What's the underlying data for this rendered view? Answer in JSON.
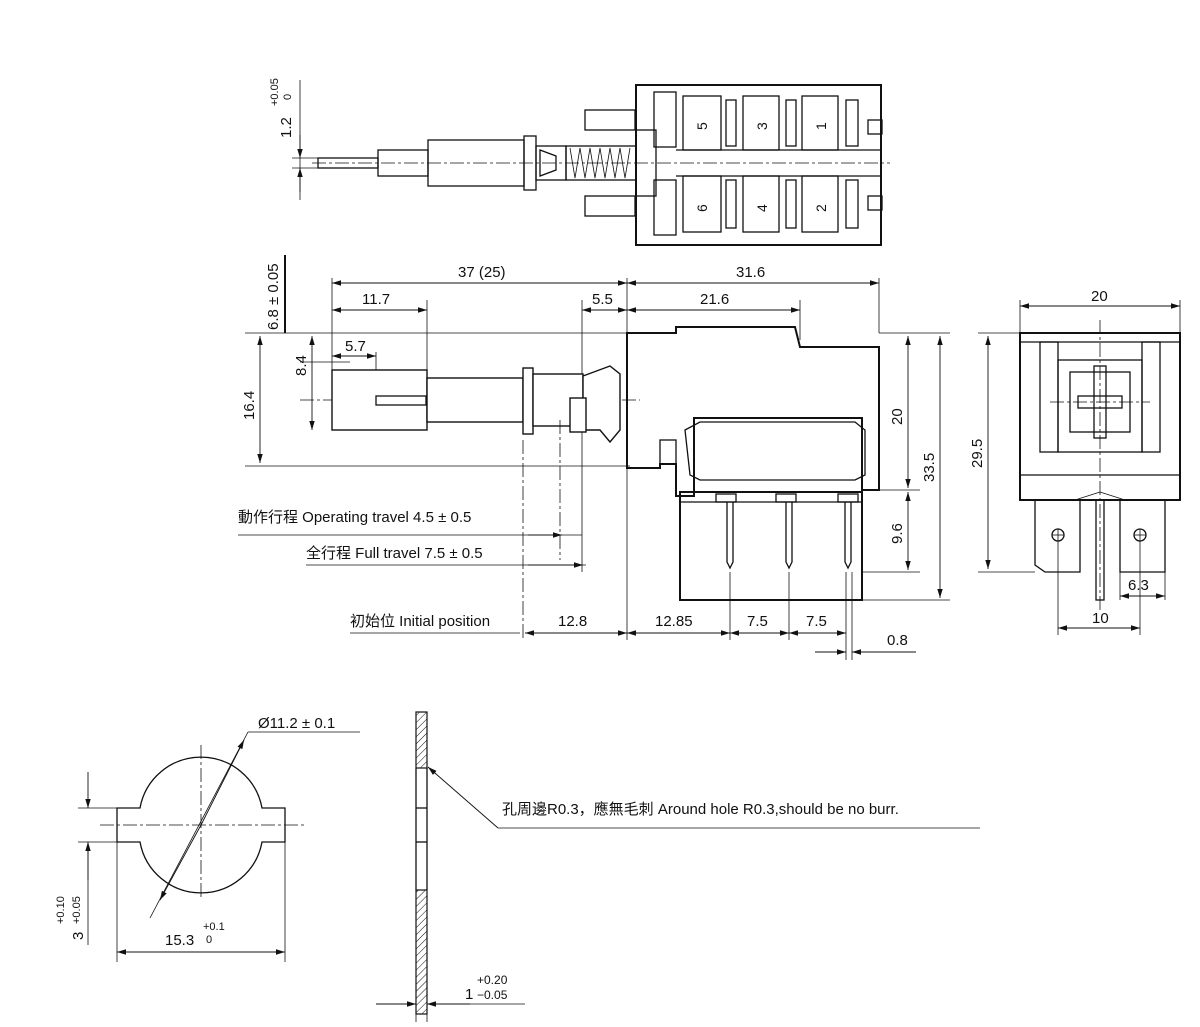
{
  "top_view": {
    "tol_dim": {
      "nominal": "1.2",
      "upper": "+0.05",
      "lower": "0"
    },
    "pins": [
      "5",
      "3",
      "1",
      "6",
      "4",
      "2"
    ]
  },
  "side_view": {
    "dims": {
      "d37": "37 (25)",
      "d31_6": "31.6",
      "d11_7": "11.7",
      "d5_5": "5.5",
      "d21_6": "21.6",
      "d6_8": "6.8 ± 0.05",
      "d5_7": "5.7",
      "d8_4": "8.4",
      "d16_4": "16.4",
      "d20": "20",
      "d33_5": "33.5",
      "d9_6": "9.6",
      "d12_8": "12.8",
      "d12_85": "12.85",
      "d7_5a": "7.5",
      "d7_5b": "7.5",
      "d0_8": "0.8"
    },
    "labels": {
      "operating": "動作行程 Operating travel 4.5 ± 0.5",
      "full": "全行程 Full travel 7.5 ± 0.5",
      "initial": "初始位 Initial position"
    }
  },
  "front_view": {
    "dims": {
      "d20": "20",
      "d29_5": "29.5",
      "d6_3": "6.3",
      "d10": "10"
    }
  },
  "cutout": {
    "diameter": "Ø11.2 ± 0.1",
    "width": {
      "nominal": "15.3",
      "upper": "+0.1",
      "lower": "0"
    },
    "height": {
      "nominal": "3",
      "upper": "+0.10",
      "lower": "+0.05"
    }
  },
  "plate": {
    "note": "孔周邊R0.3，應無毛刺 Around hole R0.3,should be no burr.",
    "thickness": {
      "nominal": "1",
      "upper": "+0.20",
      "lower": "−0.05"
    }
  }
}
